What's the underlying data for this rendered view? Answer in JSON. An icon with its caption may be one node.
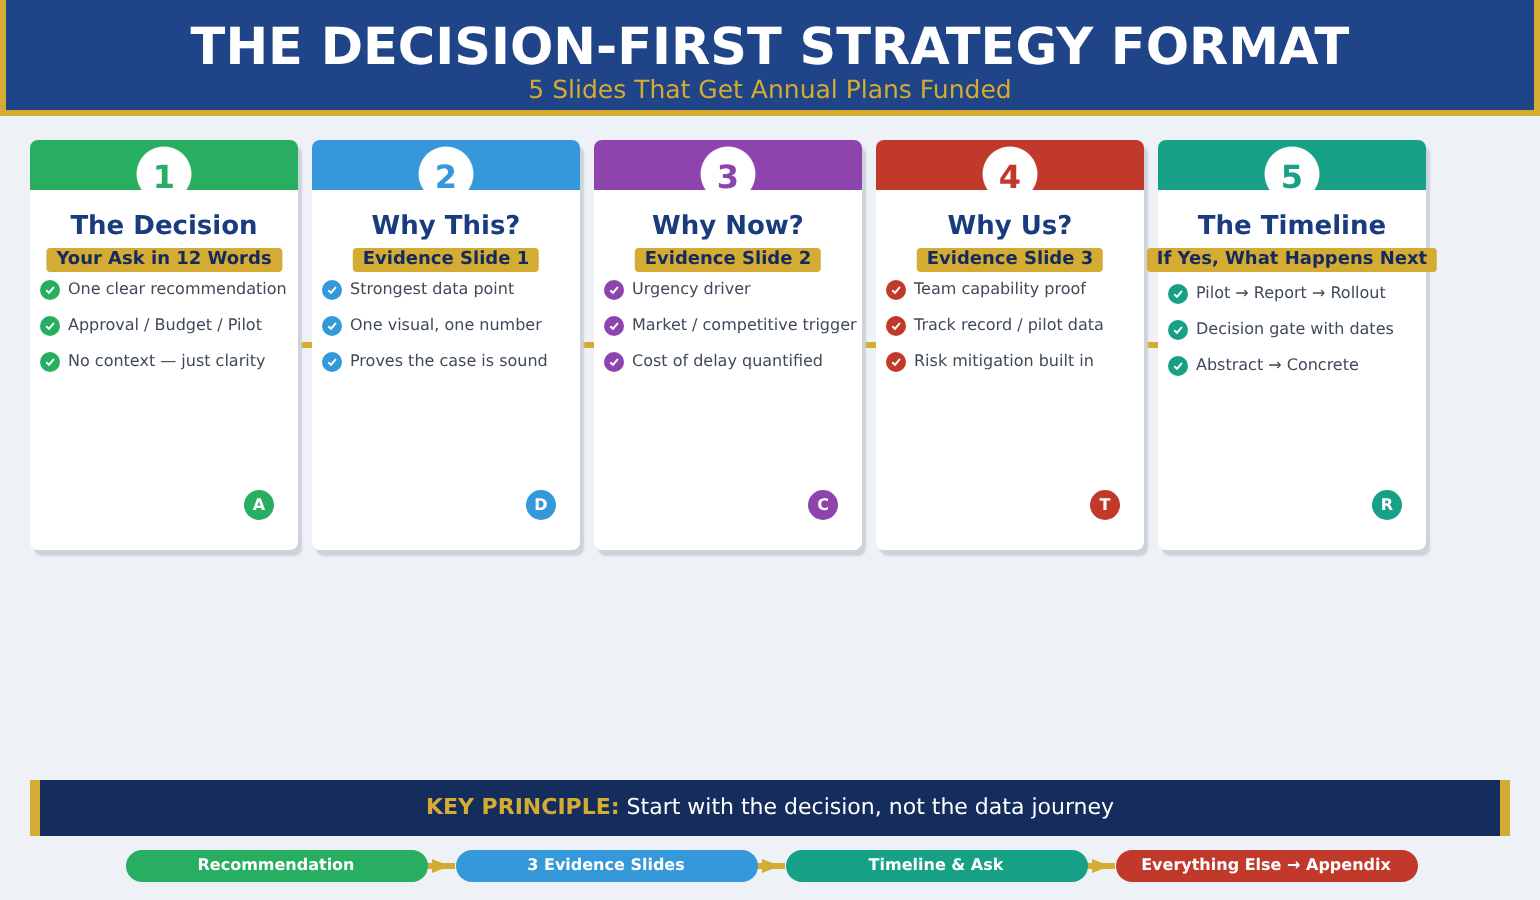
{
  "diagram": {
    "title": "THE DECISION-FIRST STRATEGY FORMAT",
    "nodes": [
      {
        "text": [
          "The Decision",
          "One clear recommendation",
          "Approval / Budget / Pilot",
          "No context — just clarity"
        ]
      },
      {
        "text": [
          "1"
        ],
        "in": 0
      },
      {
        "text": [
          "Your Ask in 12 Words"
        ],
        "in": 0
      },
      {
        "text": [
          "A"
        ],
        "in": 0
      },
      {
        "text": [
          "Why This?",
          "Strongest data point",
          "One visual, one number",
          "Proves the case is sound"
        ]
      },
      {
        "text": [
          "2"
        ],
        "in": 4
      },
      {
        "text": [
          "Evidence Slide 1"
        ],
        "in": 4
      },
      {
        "text": [
          "D"
        ],
        "in": 4
      },
      {
        "text": [
          "Why Now?",
          "Urgency driver",
          "Market / competitive trigger",
          "Cost of delay quantified"
        ]
      },
      {
        "text": [
          "3"
        ],
        "in": 8
      },
      {
        "text": [
          "Evidence Slide 2"
        ],
        "in": 8
      },
      {
        "text": [
          "C"
        ],
        "in": 8
      },
      {
        "text": [
          "Why Us?",
          "Team capability proof",
          "Track record / pilot data",
          "Risk mitigation built in"
        ]
      },
      {
        "text": [
          "4"
        ],
        "in": 12
      },
      {
        "text": [
          "Evidence Slide 3"
        ],
        "in": 12
      },
      {
        "text": [
          "T"
        ],
        "in": 12
      },
      {
        "text": [
          "The Timeline",
          "Pilot → Report → Rollout",
          "Decision gate with dates",
          "Abstract → Concrete"
        ]
      },
      {
        "text": [
          "5"
        ],
        "in": 16
      },
      {
        "text": [
          "If Yes, What Happens Next"
        ]
      },
      {
        "text": [
          "R"
        ],
        "in": 16
      },
      {
        "text": [
          "**KEY PRINCIPLE:** Start with the decision, not the data journey"
        ]
      },
      {
        "text": [
          "Recommendation"
        ]
      },
      {
        "text": [
          "3 Evidence Slides"
        ]
      },
      {
        "text": [
          "Timeline & Ask"
        ]
      },
      {
        "text": [
          "Everything Else → Appendix"
        ]
      }
    ],
    "edges": [
      {
        "from": 0,
        "to": 4,
        "arrow": "none"
      },
      {
        "from": 4,
        "to": 8,
        "arrow": "none"
      },
      {
        "from": 8,
        "to": 12,
        "arrow": "none"
      },
      {
        "from": 12,
        "to": 16,
        "arrow": "none"
      },
      {
        "from": 21,
        "to": 22,
        "arrow": "to"
      },
      {
        "from": 22,
        "to": 23,
        "arrow": "to"
      },
      {
        "from": 23,
        "to": 24,
        "arrow": "to"
      }
    ],
    "labels": [
      "5 Slides That Get Annual Plans Funded"
    ]
  }
}
